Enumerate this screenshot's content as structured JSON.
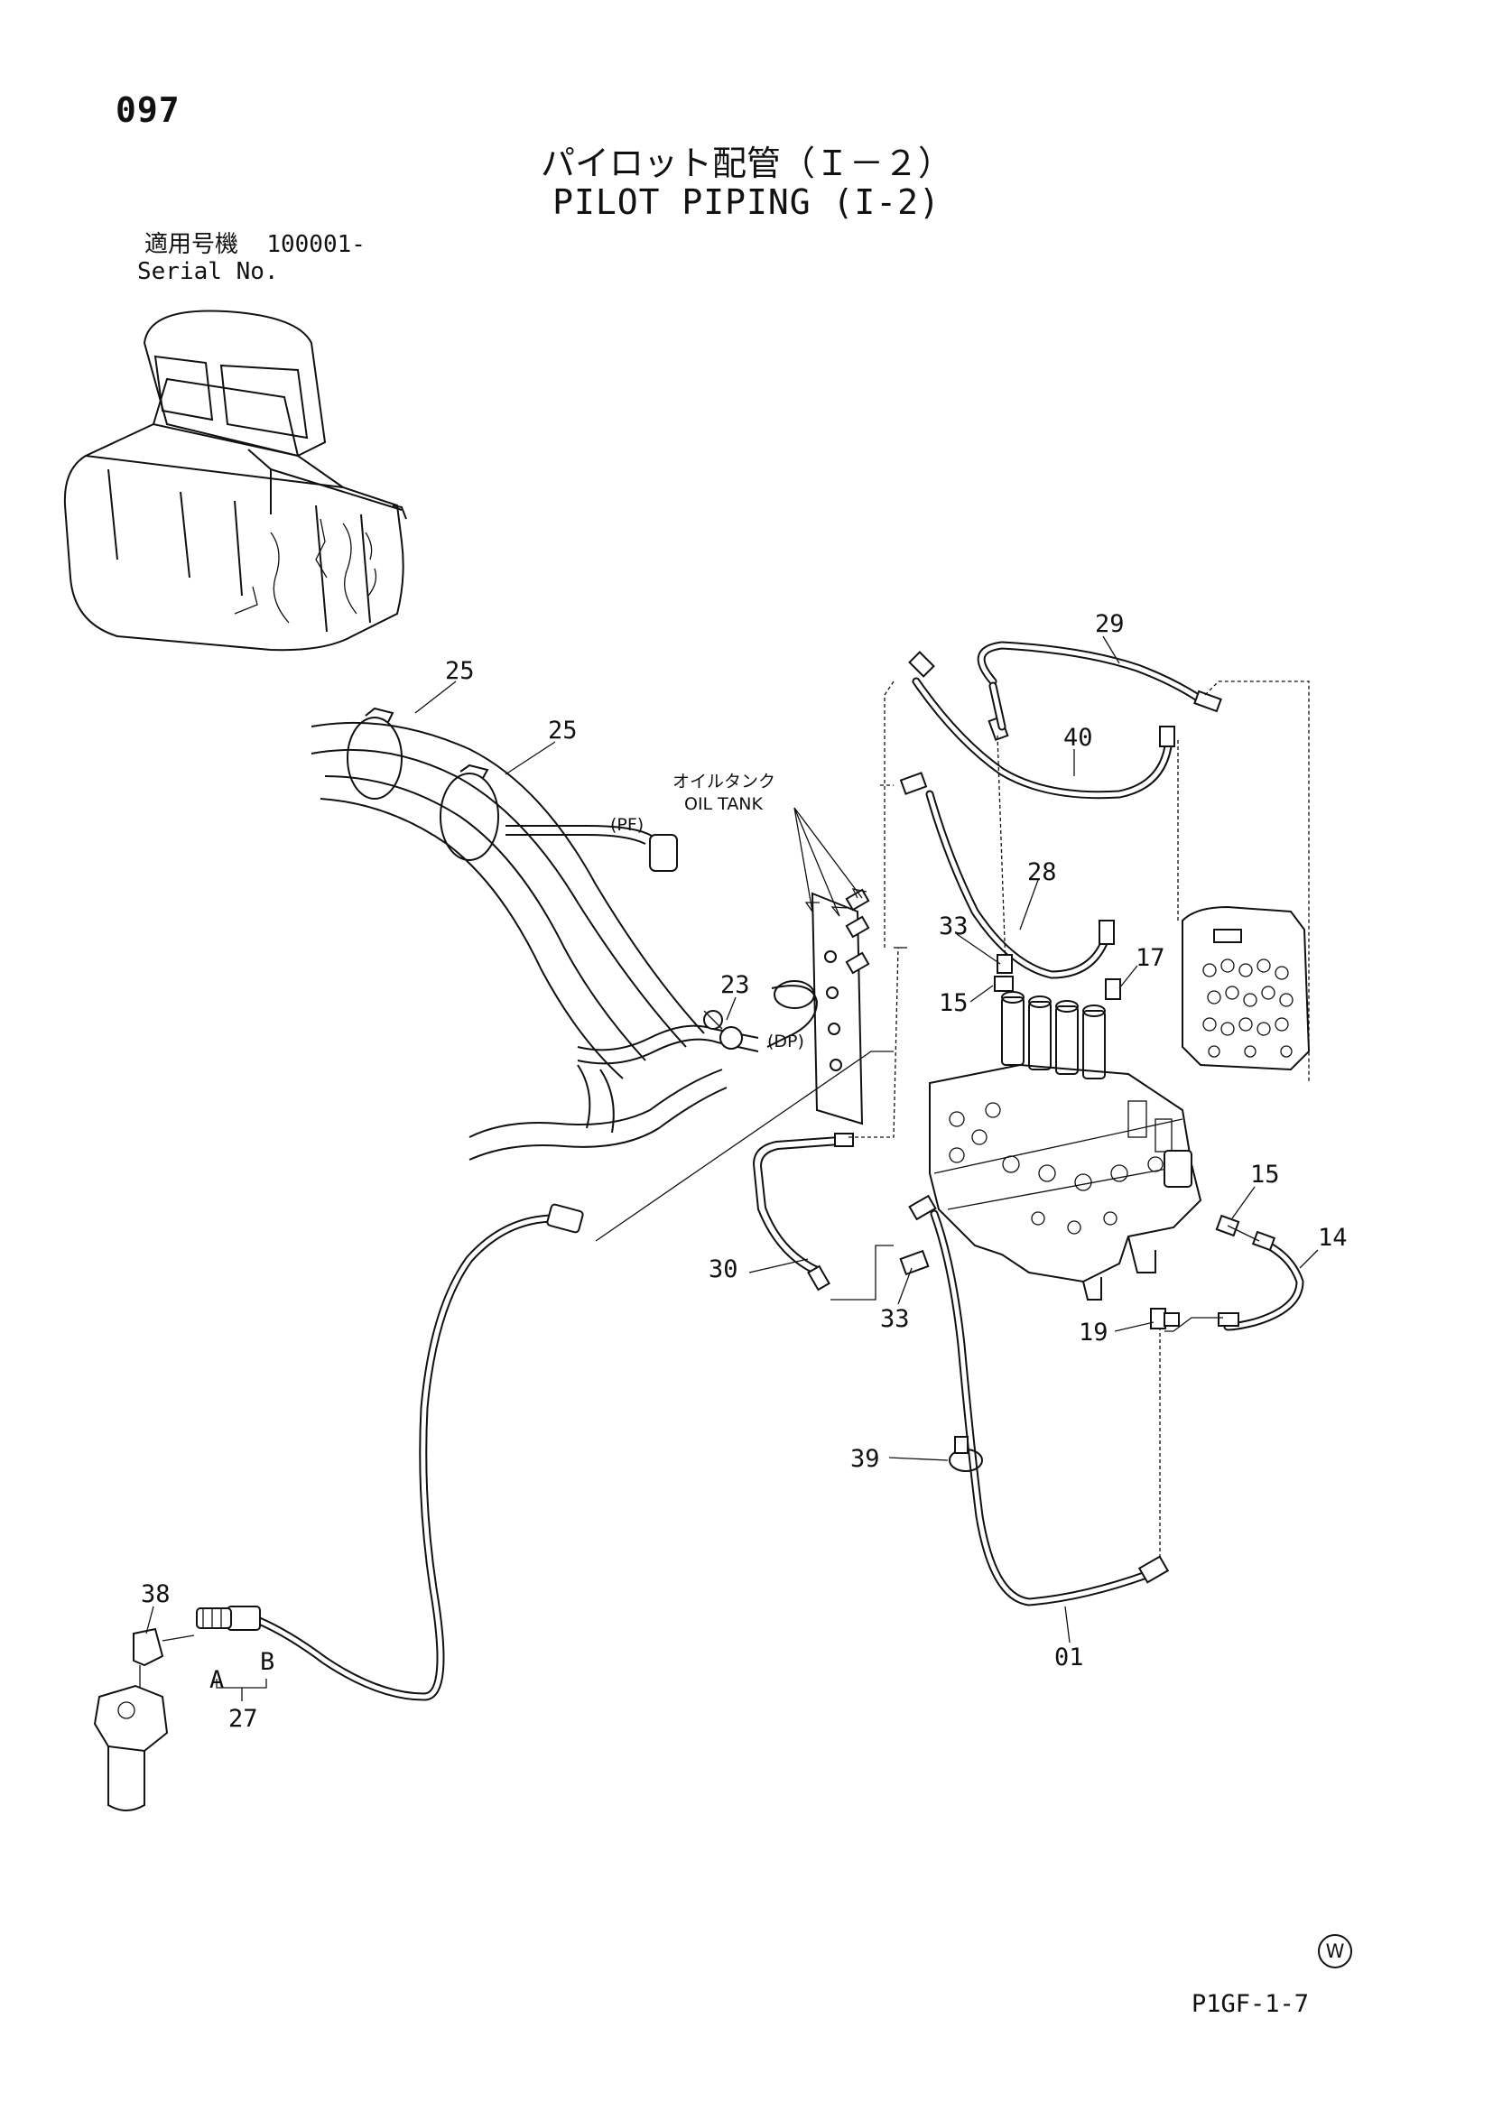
{
  "header": {
    "page_number": "097",
    "title_jp": "パイロット配管（Ｉ－２）",
    "title_en": "PILOT PIPING (I-2)",
    "serial_label_jp": "適用号機",
    "serial_value": "100001-",
    "serial_label_en": "Serial No."
  },
  "labels": {
    "oil_tank_jp": "オイルタンク",
    "oil_tank_en": "OIL TANK",
    "pf": "(PF)",
    "dp": "(DP)",
    "port_a": "A",
    "port_b": "B"
  },
  "callouts": [
    "25",
    "25",
    "29",
    "40",
    "28",
    "33",
    "17",
    "15",
    "23",
    "15",
    "14",
    "30",
    "33",
    "19",
    "39",
    "01",
    "38",
    "27"
  ],
  "footer": {
    "drawing_code": "P1GF-1-7",
    "mark": "W"
  }
}
